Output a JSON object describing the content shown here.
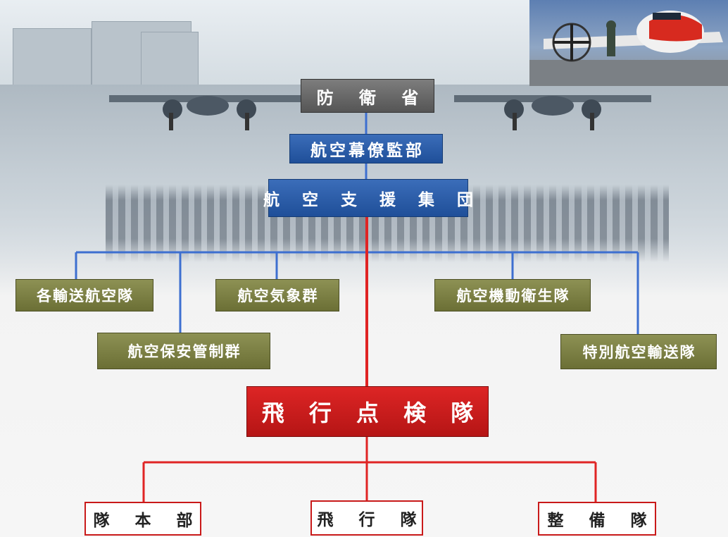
{
  "org_chart": {
    "ministry": "防 衛 省",
    "staff_office": "航空幕僚監部",
    "support_command": "航 空 支 援 集 団",
    "units": {
      "airlift_wings": "各輸送航空隊",
      "weather_group": "航空気象群",
      "aeromedical_unit": "航空機動衛生隊",
      "traffic_control_group": "航空保安管制群",
      "special_airlift_group": "特別航空輸送隊"
    },
    "flight_check_group": "飛 行 点 検 隊",
    "sub_units": {
      "headquarters": "隊 本 部",
      "flight_squadron": "飛 行 隊",
      "maintenance_squadron": "整 備 隊"
    }
  },
  "colors": {
    "ministry_box": "#5a5a5a",
    "staff_box": "#2a5caa",
    "unit_box": "#7c8043",
    "main_line_red": "#e02424",
    "branch_line_blue": "#3d6fd0",
    "sub_border": "#c91a1a"
  }
}
